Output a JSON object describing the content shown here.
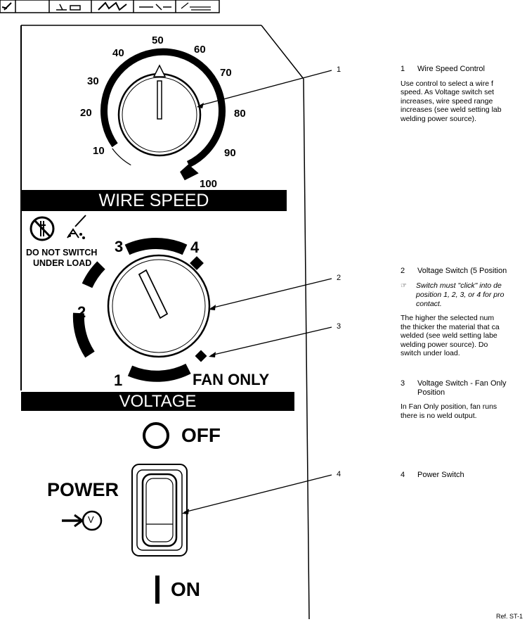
{
  "panel": {
    "wire_speed": {
      "band_label": "WIRE SPEED",
      "dial_ticks": [
        "10",
        "20",
        "30",
        "40",
        "50",
        "60",
        "70",
        "80",
        "90",
        "100"
      ]
    },
    "voltage": {
      "band_label": "VOLTAGE",
      "positions": [
        "1",
        "2",
        "3",
        "4",
        "FAN ONLY"
      ],
      "warning_text": [
        "DO NOT SWITCH",
        "UNDER LOAD"
      ]
    },
    "power": {
      "label": "POWER",
      "off_label": "OFF",
      "on_label": "ON",
      "volts_symbol": "V"
    }
  },
  "callouts": [
    "1",
    "2",
    "3",
    "4"
  ],
  "descriptions": {
    "item1": {
      "number": "1",
      "title": "Wire Speed Control",
      "body": [
        "Use control to select a wire f",
        "speed. As Voltage switch set",
        "increases, wire speed range",
        "increases (see weld setting lab",
        "welding power source)."
      ]
    },
    "item2": {
      "number": "2",
      "title": "Voltage Switch (5 Position",
      "note": [
        "Switch must \"click\" into de",
        "position 1, 2, 3, or 4 for pro",
        "contact."
      ],
      "body": [
        " The higher the selected num",
        "the thicker the material that ca",
        "welded (see weld setting labe",
        "welding power source). Do",
        "switch under load."
      ]
    },
    "item3": {
      "number": "3",
      "title": "Voltage Switch - Fan Only",
      "title2": "Position",
      "body": [
        "In Fan Only position, fan runs",
        "there is no weld output."
      ]
    },
    "item4": {
      "number": "4",
      "title": "Power Switch"
    }
  },
  "footer_ref": "Ref. ST-1"
}
